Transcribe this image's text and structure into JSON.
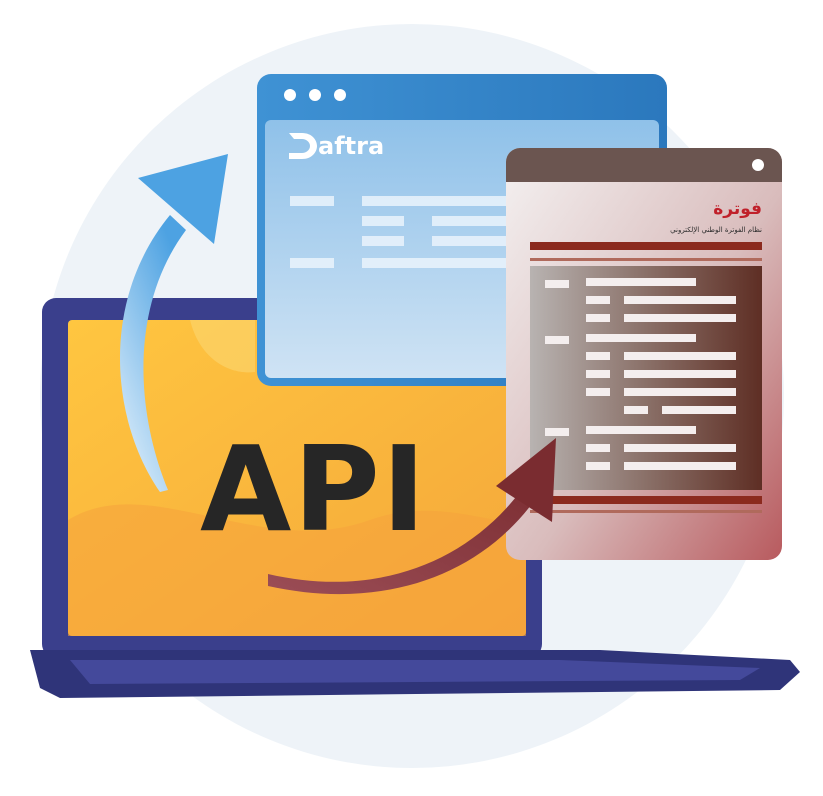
{
  "illustration": {
    "center_label": "API",
    "source_window": {
      "brand_text": "aftra",
      "brand_mark": "D-shape-logo-mark",
      "window_dots": 3,
      "colors": {
        "frame": "#2f86c9",
        "content": "#a7cdea"
      }
    },
    "target_window": {
      "logo_text": "فوترة",
      "logo_subtitle": "نظام الفوترة الوطني الإلكتروني",
      "colors": {
        "frame": "#6b5550",
        "accent": "#8b2a1e",
        "content": "#c4b7b4"
      }
    },
    "laptop": {
      "colors": {
        "body": "#3a3f8c",
        "screen": "#f7b23b"
      }
    },
    "arrows": [
      {
        "name": "blue-up-arrow",
        "color": "#5aa9e6"
      },
      {
        "name": "maroon-right-arrow",
        "color": "#8a3a3a"
      }
    ],
    "background_circle_color": "#eef3f8"
  }
}
